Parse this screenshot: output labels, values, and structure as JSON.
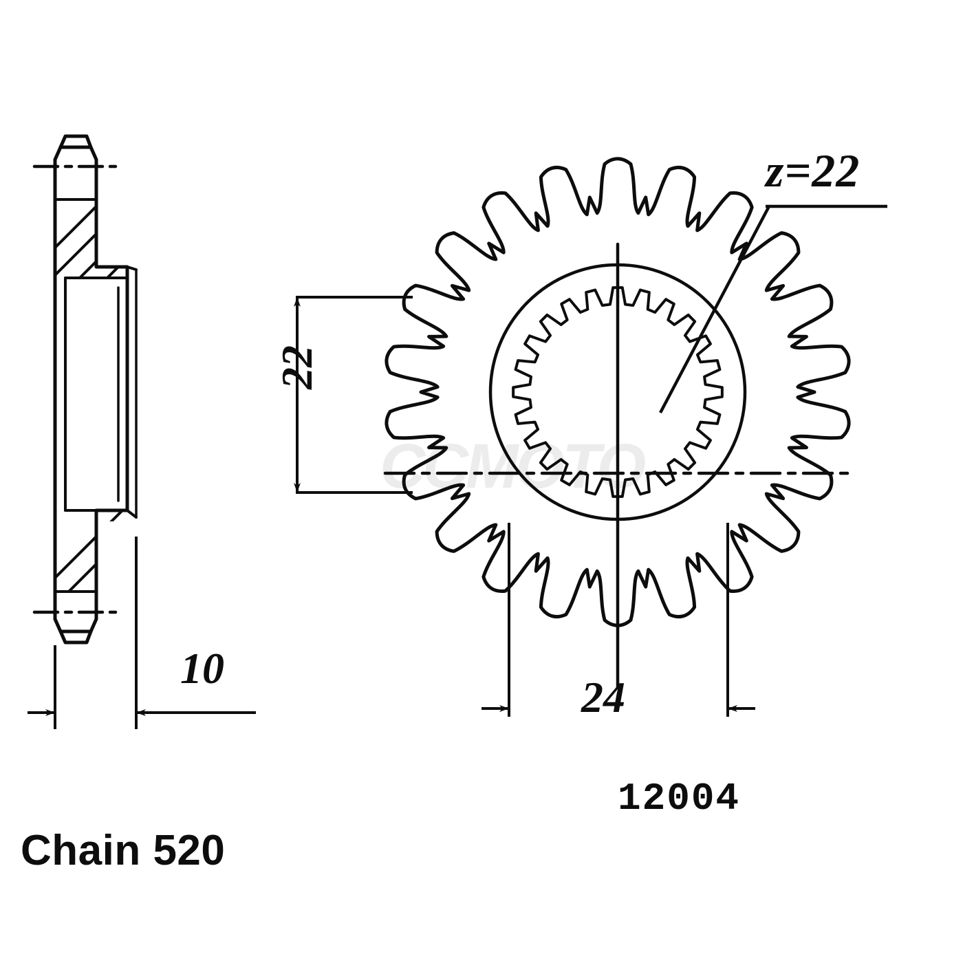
{
  "drawing": {
    "kind": "technical-engineering-drawing",
    "subject": "motorcycle front chain sprocket",
    "background_color": "#ffffff",
    "line_color": "#0d0d0d"
  },
  "labels": {
    "teeth_callout": "z=22",
    "bore_diameter": "22",
    "thickness": "10",
    "hub_width": "24",
    "part_number": "12004",
    "chain_spec": "Chain 520"
  },
  "watermark": {
    "text": "CCMOTO",
    "color": "#ececec"
  },
  "views": {
    "section_view": {
      "name": "side-section-view",
      "has_hatching": true,
      "centerline_style": "dash-dot"
    },
    "front_view": {
      "name": "front-face-view",
      "tooth_count": 22,
      "spline_count": 24,
      "has_center_crosshair": true
    }
  },
  "chart_data": {
    "type": "diagram",
    "title": "Front sprocket 12004",
    "annotations": [
      {
        "id": "teeth",
        "label": "z=22",
        "meaning": "number of teeth",
        "value": 22
      },
      {
        "id": "bore",
        "label": "22",
        "meaning": "spline bore dimension (mm)",
        "value": 22
      },
      {
        "id": "thickness",
        "label": "10",
        "meaning": "overall thickness (mm)",
        "value": 10
      },
      {
        "id": "hub",
        "label": "24",
        "meaning": "hub / flange width (mm)",
        "value": 24
      },
      {
        "id": "partno",
        "label": "12004",
        "meaning": "part number"
      },
      {
        "id": "chain",
        "label": "Chain 520",
        "meaning": "chain pitch size"
      }
    ]
  }
}
